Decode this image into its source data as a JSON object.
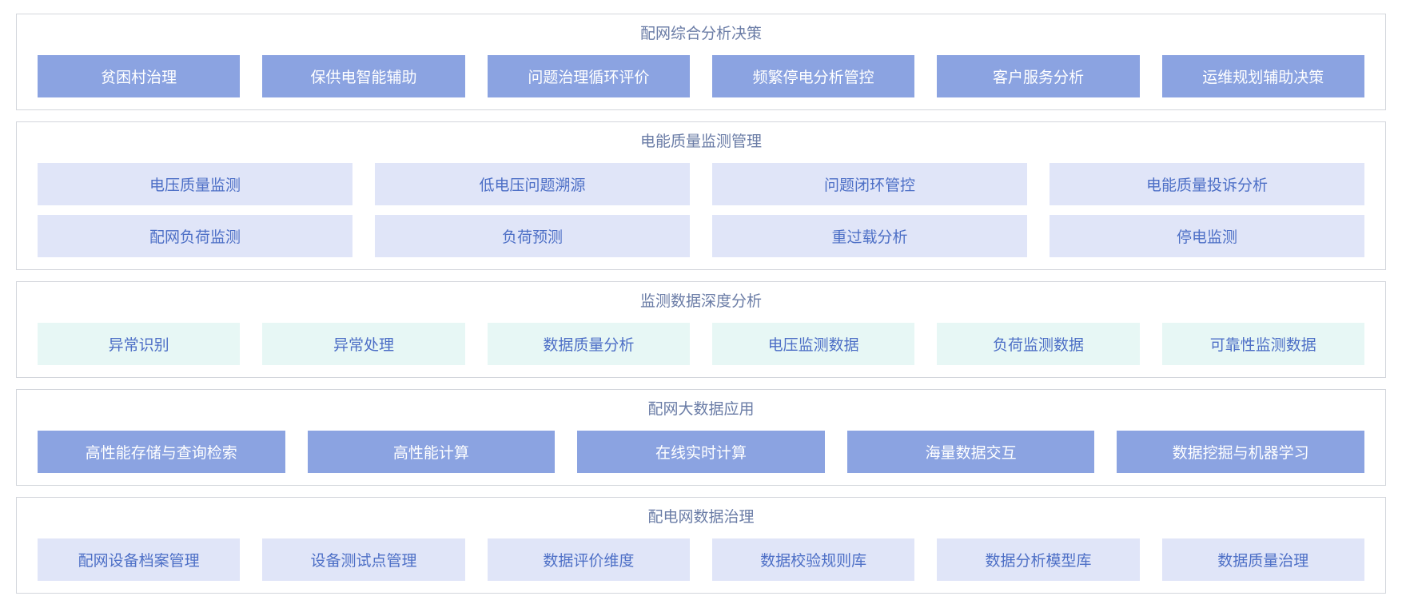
{
  "colors": {
    "solid_tile_bg": "#8ba3e1",
    "solid_tile_text": "#ffffff",
    "lavender_tile_bg": "#e0e5f8",
    "mint_tile_bg": "#e7f7f5",
    "light_tile_text": "#4d6fc6",
    "panel_border": "#d3d6dc",
    "section_title_text": "#6a7ca6"
  },
  "sections": [
    {
      "title": "配网综合分析决策",
      "style": "solid",
      "rows": [
        [
          "贫困村治理",
          "保供电智能辅助",
          "问题治理循环评价",
          "频繁停电分析管控",
          "客户服务分析",
          "运维规划辅助决策"
        ]
      ]
    },
    {
      "title": "电能质量监测管理",
      "style": "lavender",
      "rows": [
        [
          "电压质量监测",
          "低电压问题溯源",
          "问题闭环管控",
          "电能质量投诉分析"
        ],
        [
          "配网负荷监测",
          "负荷预测",
          "重过载分析",
          "停电监测"
        ]
      ]
    },
    {
      "title": "监测数据深度分析",
      "style": "mint",
      "rows": [
        [
          "异常识别",
          "异常处理",
          "数据质量分析",
          "电压监测数据",
          "负荷监测数据",
          "可靠性监测数据"
        ]
      ]
    },
    {
      "title": "配网大数据应用",
      "style": "solid",
      "rows": [
        [
          "高性能存储与查询检索",
          "高性能计算",
          "在线实时计算",
          "海量数据交互",
          "数据挖掘与机器学习"
        ]
      ]
    },
    {
      "title": "配电网数据治理",
      "style": "lavender",
      "rows": [
        [
          "配网设备档案管理",
          "设备测试点管理",
          "数据评价维度",
          "数据校验规则库",
          "数据分析模型库",
          "数据质量治理"
        ]
      ]
    }
  ]
}
